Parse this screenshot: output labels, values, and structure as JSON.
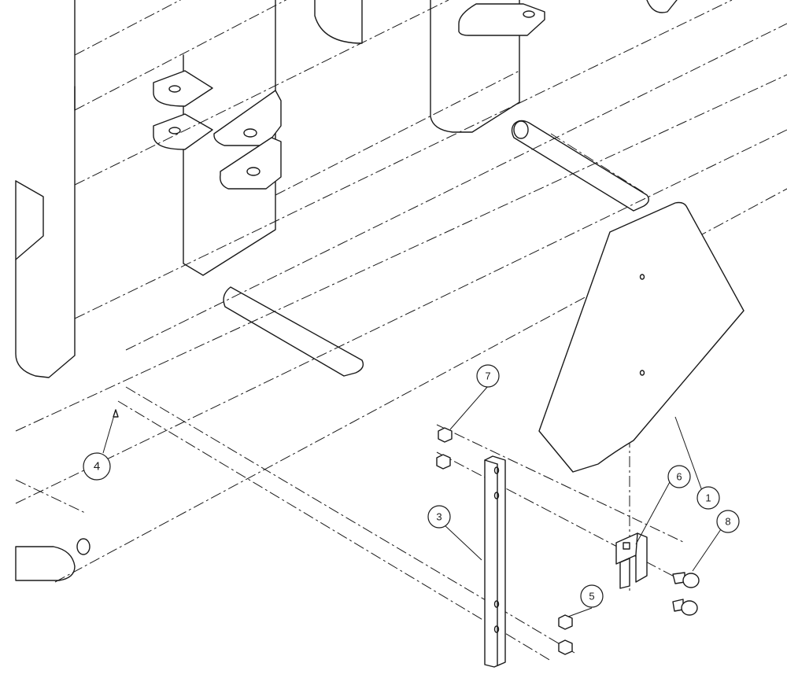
{
  "diagram": {
    "type": "exploded-assembly-drawing",
    "line_color": "#1a1a1a",
    "background": "#ffffff",
    "callouts": [
      {
        "id": "callout-1",
        "label": "1",
        "part": "sign-plate"
      },
      {
        "id": "callout-3",
        "label": "3",
        "part": "mounting-strap"
      },
      {
        "id": "callout-4",
        "label": "4",
        "part": "frame-tube"
      },
      {
        "id": "callout-5",
        "label": "5",
        "part": "lower-nut"
      },
      {
        "id": "callout-6",
        "label": "6",
        "part": "hinge-bracket"
      },
      {
        "id": "callout-7",
        "label": "7",
        "part": "upper-nut"
      },
      {
        "id": "callout-8",
        "label": "8",
        "part": "pin"
      }
    ]
  }
}
